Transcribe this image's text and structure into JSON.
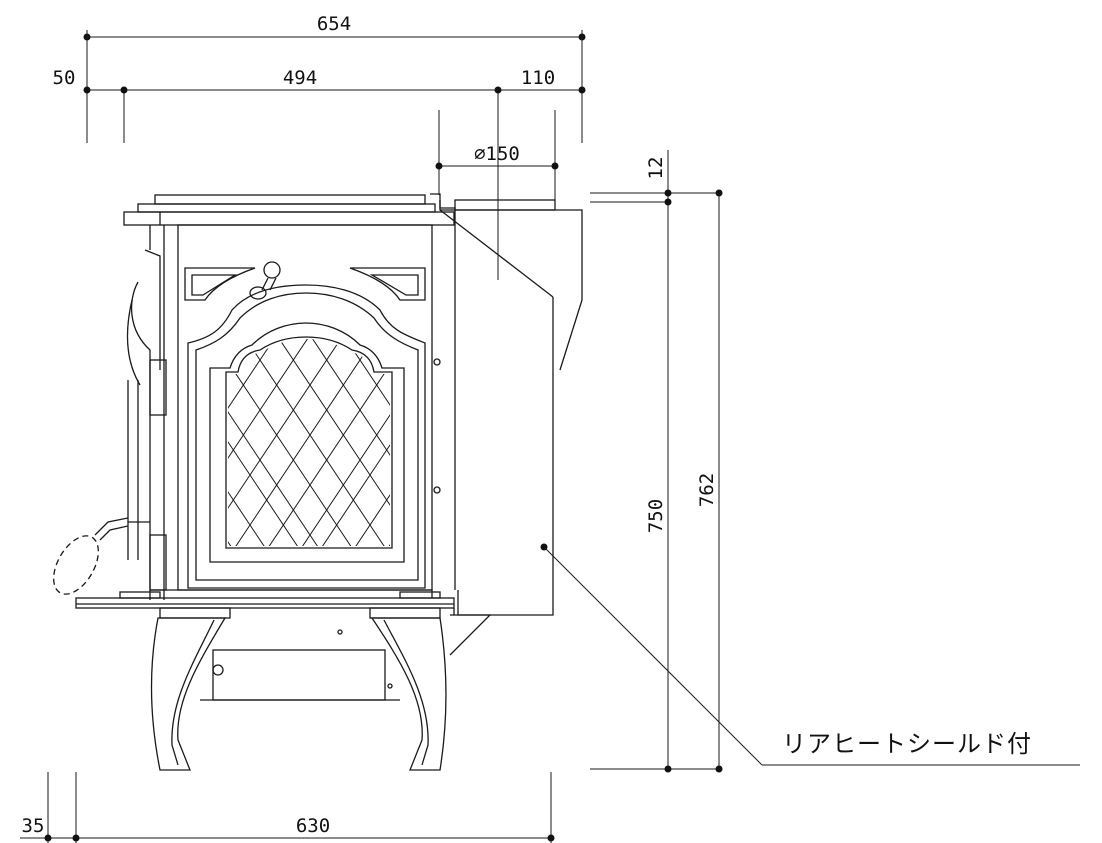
{
  "dimensions": {
    "overall_depth": "654",
    "rear_offset": "50",
    "body_depth": "494",
    "flue_offset": "110",
    "flue_diameter": "⌀150",
    "shield_gap": "12",
    "height_body": "750",
    "height_total": "762",
    "base_offset": "35",
    "base_depth": "630"
  },
  "callout": {
    "label": "リアヒートシールド付"
  }
}
